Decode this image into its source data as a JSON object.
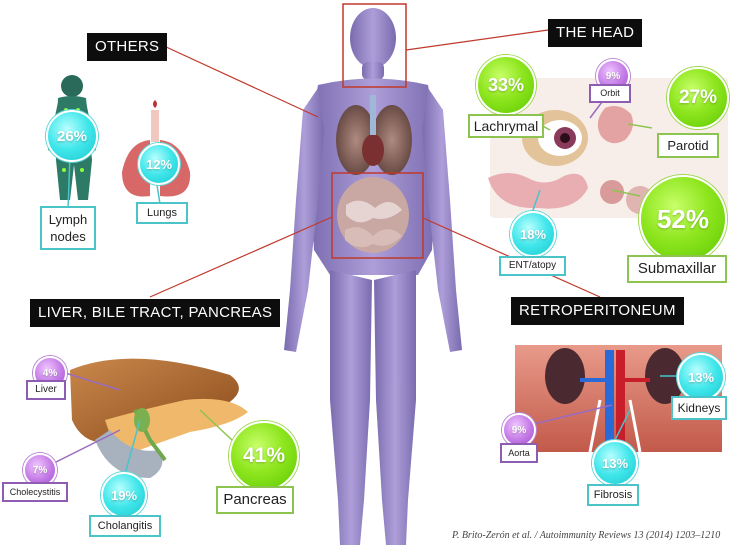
{
  "headers": {
    "others": "OTHERS",
    "head": "THE HEAD",
    "liver": "LIVER, BILE TRACT, PANCREAS",
    "retro": "RETROPERITONEUM"
  },
  "head": {
    "lachrymal": {
      "pct": "33%",
      "label": "Lachrymal"
    },
    "orbit": {
      "pct": "9%",
      "label": "Orbit"
    },
    "parotid": {
      "pct": "27%",
      "label": "Parotid"
    },
    "ent": {
      "pct": "18%",
      "label": "ENT/atopy"
    },
    "submaxillar": {
      "pct": "52%",
      "label": "Submaxillar"
    }
  },
  "others": {
    "lymph": {
      "pct": "26%",
      "label_line1": "Lymph",
      "label_line2": "nodes"
    },
    "lungs": {
      "pct": "12%",
      "label": "Lungs"
    }
  },
  "liver": {
    "liver": {
      "pct": "4%",
      "label": "Liver"
    },
    "cholecystitis": {
      "pct": "7%",
      "label": "Cholecystitis"
    },
    "cholangitis": {
      "pct": "19%",
      "label": "Cholangitis"
    },
    "pancreas": {
      "pct": "41%",
      "label": "Pancreas"
    }
  },
  "retro": {
    "kidneys": {
      "pct": "13%",
      "label": "Kidneys"
    },
    "aorta": {
      "pct": "9%",
      "label": "Aorta"
    },
    "fibrosis": {
      "pct": "13%",
      "label": "Fibrosis"
    }
  },
  "citation": "P. Brito-Zerón et al. / Autoimmunity Reviews 13 (2014) 1203–1210",
  "colors": {
    "green": "#8fe61f",
    "cyan": "#3fe6ea",
    "purple": "#c47ae6",
    "body": "#8a78bd",
    "connector": "#c0392b"
  }
}
